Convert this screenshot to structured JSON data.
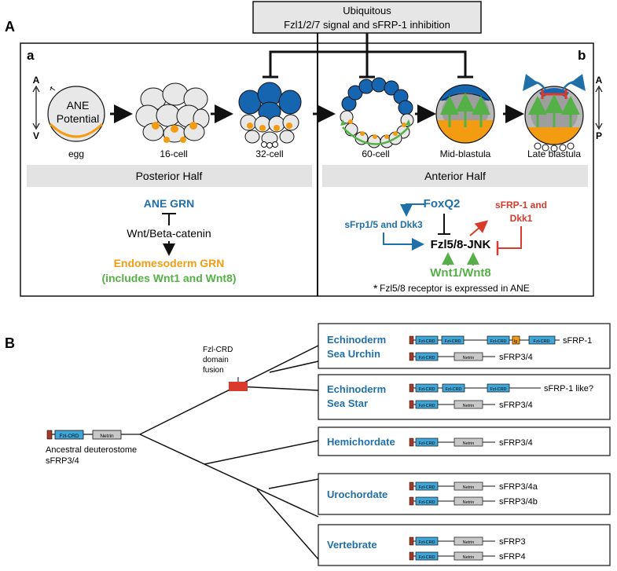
{
  "panel_A": {
    "label": "A",
    "top_box": [
      "Ubiquitous",
      "Fzl1/2/7 signal and sFRP-1 inhibition"
    ],
    "sub_a": "a",
    "sub_b": "b",
    "axis_left": {
      "top": "A",
      "bottom": "V"
    },
    "axis_right": {
      "top": "A",
      "bottom": "P"
    },
    "egg_text": [
      "ANE",
      "Potential"
    ],
    "stages": [
      "egg",
      "16-cell",
      "32-cell",
      "60-cell",
      "Mid-blastula",
      "Late blastula"
    ],
    "posterior_header": "Posterior Half",
    "anterior_header": "Anterior Half",
    "posterior": {
      "ane_grn": "ANE GRN",
      "wnt": "Wnt/Beta-catenin",
      "endo_line1": "Endomesoderm GRN",
      "endo_line2": "(includes Wnt1 and Wnt8)"
    },
    "anterior": {
      "foxq2": "FoxQ2",
      "sfrp15": "sFrp1/5 and Dkk3",
      "sfrp1_line1": "sFRP-1 and",
      "sfrp1_line2": "Dkk1",
      "fzl58": "Fzl5/8-JNK",
      "wnt18": "Wnt1/Wnt8",
      "footnote_star": "*",
      "footnote": "Fzl5/8 receptor is expressed in ANE"
    }
  },
  "panel_B": {
    "label": "B",
    "fusion_label": [
      "Fzl-CRD",
      "domain",
      "fusion"
    ],
    "ancestral": [
      "Ancestral deuterostome",
      "sFRP3/4"
    ],
    "domain_fzl": "Fzl-CRD",
    "domain_netrin": "Netrin",
    "domain_ig": "Ig",
    "groups": [
      {
        "name": [
          "Echinoderm",
          "Sea Urchin"
        ],
        "proteins": [
          "sFRP-1",
          "sFRP3/4"
        ]
      },
      {
        "name": [
          "Echinoderm",
          "Sea Star"
        ],
        "proteins": [
          "sFRP-1 like?",
          "sFRP3/4"
        ]
      },
      {
        "name": [
          "Hemichordate"
        ],
        "proteins": [
          "sFRP3/4"
        ]
      },
      {
        "name": [
          "Urochordate"
        ],
        "proteins": [
          "sFRP3/4a",
          "sFRP3/4b"
        ]
      },
      {
        "name": [
          "Vertebrate"
        ],
        "proteins": [
          "sFRP3",
          "sFRP4"
        ]
      }
    ]
  },
  "colors": {
    "blue": "#1f6fa8",
    "cell_blue": "#1565b0",
    "orange": "#f39c12",
    "green": "#55b047",
    "red": "#d93a2b",
    "domain_blue": "#3fa6d8",
    "netrin_gray": "#c8c8c8",
    "header_gray": "#e3e3e3"
  }
}
